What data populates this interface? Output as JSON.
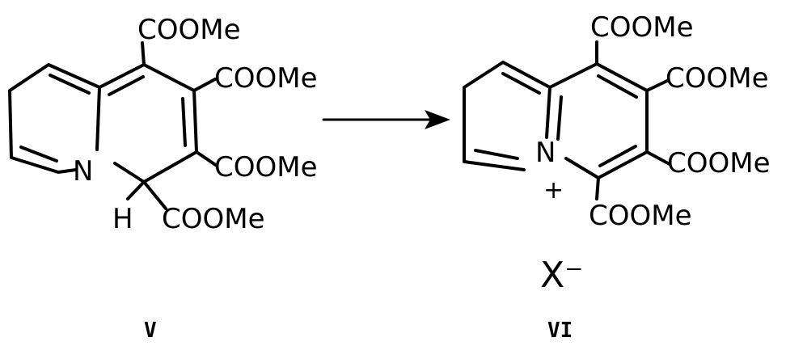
{
  "scheme": {
    "left": {
      "groups": [
        "COOMe",
        "COOMe",
        "COOMe",
        "COOMe"
      ],
      "ring_atom": "N",
      "hydrogen": "H",
      "compound_label": "V"
    },
    "right": {
      "groups": [
        "COOMe",
        "COOMe",
        "COOMe",
        "COOMe"
      ],
      "ring_atom": "N",
      "charge": "+",
      "counterion": "X⁻",
      "compound_label": "VI"
    },
    "colors": {
      "ink": "#000000",
      "background": "#ffffff"
    }
  }
}
